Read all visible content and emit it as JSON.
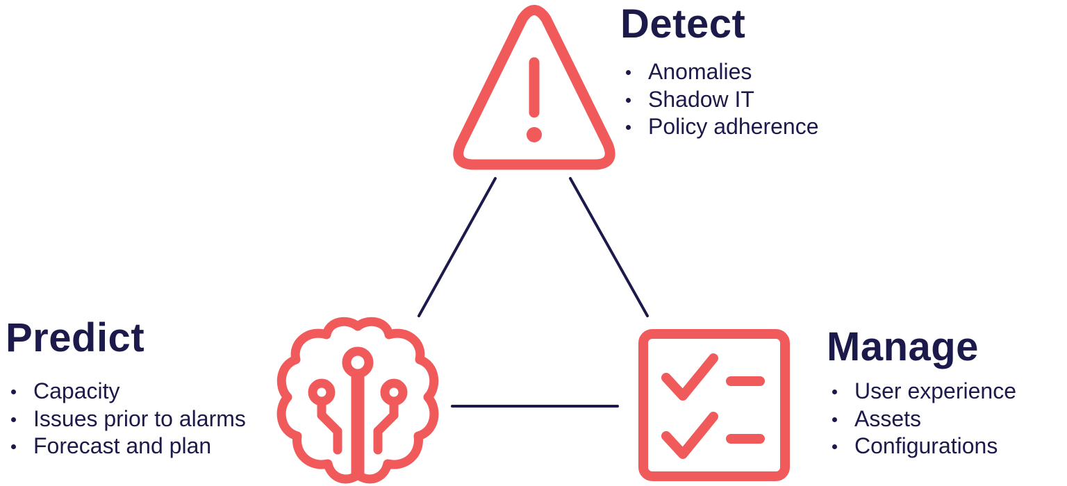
{
  "colors": {
    "icon": "#f05a5a",
    "line": "#1c1a4a",
    "text": "#1c1a4a",
    "background": "#ffffff"
  },
  "detect": {
    "icon": "warning-triangle-icon",
    "title": "Detect",
    "items": [
      "Anomalies",
      "Shadow IT",
      "Policy adherence"
    ]
  },
  "predict": {
    "icon": "brain-circuit-icon",
    "title": "Predict",
    "items": [
      "Capacity",
      "Issues prior to alarms",
      "Forecast and plan"
    ]
  },
  "manage": {
    "icon": "checklist-icon",
    "title": "Manage",
    "items": [
      "User experience",
      "Assets",
      "Configurations"
    ]
  }
}
